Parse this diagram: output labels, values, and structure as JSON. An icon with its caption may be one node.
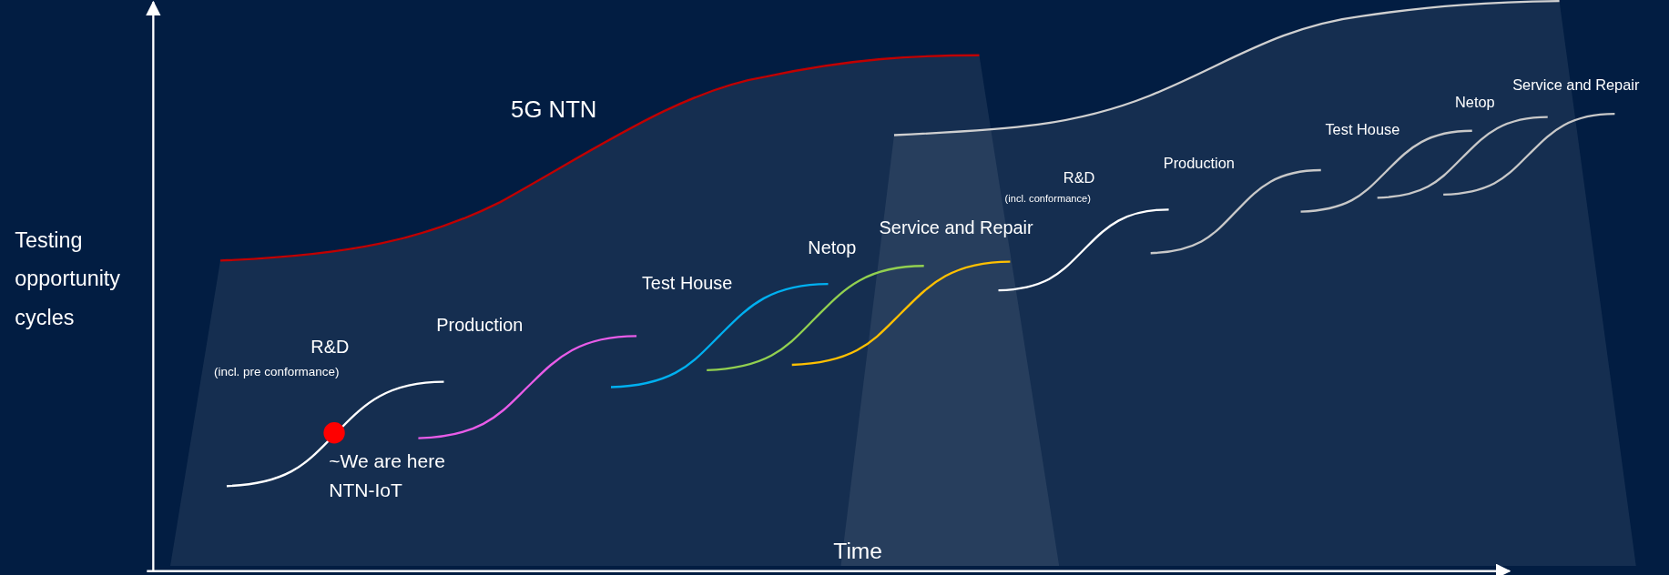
{
  "diagram": {
    "labels": [
      "5G NTN",
      "Service and Repair",
      "Netop",
      "Test House",
      "R&D",
      "(incl. conformance)",
      "Production",
      "Testing opportunity cycles",
      "Netop",
      "Service and Repair",
      "Test House",
      "R&D",
      "Production",
      "(incl. pre conformance)",
      "~We are here",
      "NTN-IoT",
      "Time"
    ]
  }
}
